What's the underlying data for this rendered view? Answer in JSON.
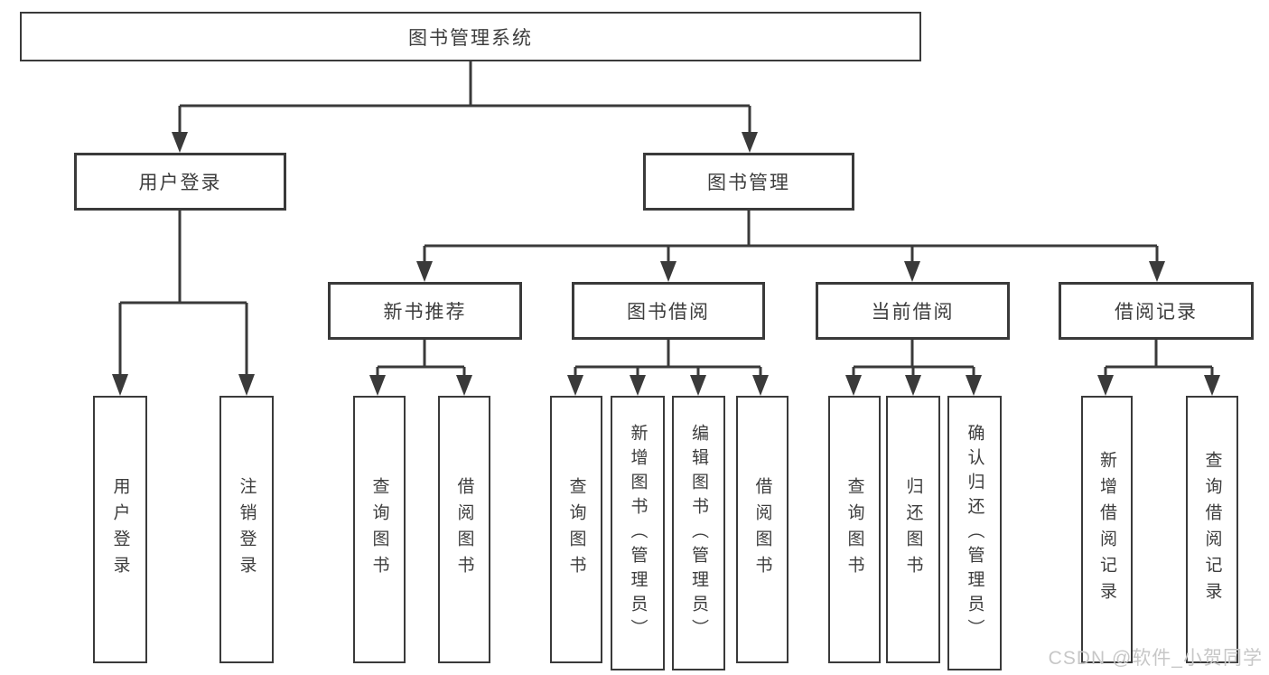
{
  "diagram_title": "图书管理系统",
  "tree": {
    "label": "图书管理系统",
    "children": [
      {
        "label": "用户登录",
        "children": [
          {
            "label": "用户登录"
          },
          {
            "label": "注销登录"
          }
        ]
      },
      {
        "label": "图书管理",
        "children": [
          {
            "label": "新书推荐",
            "children": [
              {
                "label": "查询图书"
              },
              {
                "label": "借阅图书"
              }
            ]
          },
          {
            "label": "图书借阅",
            "children": [
              {
                "label": "查询图书"
              },
              {
                "label": "新增图书（管理员）"
              },
              {
                "label": "编辑图书（管理员）"
              },
              {
                "label": "借阅图书"
              }
            ]
          },
          {
            "label": "当前借阅",
            "children": [
              {
                "label": "查询图书"
              },
              {
                "label": "归还图书"
              },
              {
                "label": "确认归还（管理员）"
              }
            ]
          },
          {
            "label": "借阅记录",
            "children": [
              {
                "label": "新增借阅记录"
              },
              {
                "label": "查询借阅记录"
              }
            ]
          }
        ]
      }
    ]
  },
  "watermark": {
    "text": "CSDN @软件_小贺同学"
  },
  "colors": {
    "line": "#3a3a3a",
    "text": "#3d3d3d",
    "box_background": "#ffffff",
    "watermark": "#c7c7c7"
  }
}
